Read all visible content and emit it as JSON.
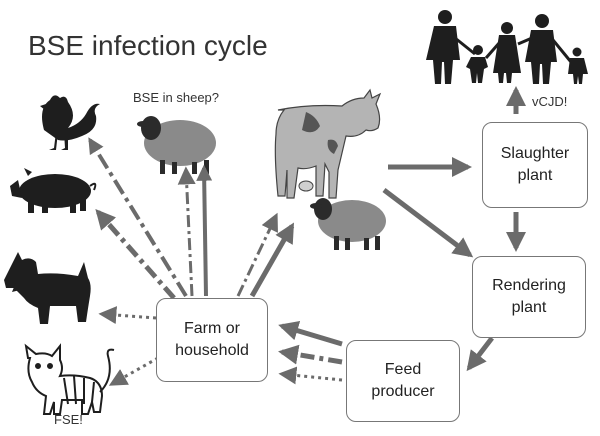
{
  "title": "BSE infection cycle",
  "labels": {
    "sheep_question": "BSE in sheep?",
    "vcjd": "vCJD!",
    "fse": "FSE!"
  },
  "boxes": {
    "farm": "Farm or\nhousehold",
    "feed": "Feed\nproducer",
    "slaughter": "Slaughter\nplant",
    "rendering": "Rendering\nplant"
  },
  "icons": [
    "rooster-icon",
    "pig-icon",
    "terrier-dog-icon",
    "cat-icon",
    "sheep-icon",
    "cow-icon",
    "human-family-icon"
  ],
  "colors": {
    "arrow": "#6b6b6b",
    "box_border": "#777777",
    "animal_dark": "#1e1e1e",
    "animal_grey": "#8a8a8a"
  }
}
